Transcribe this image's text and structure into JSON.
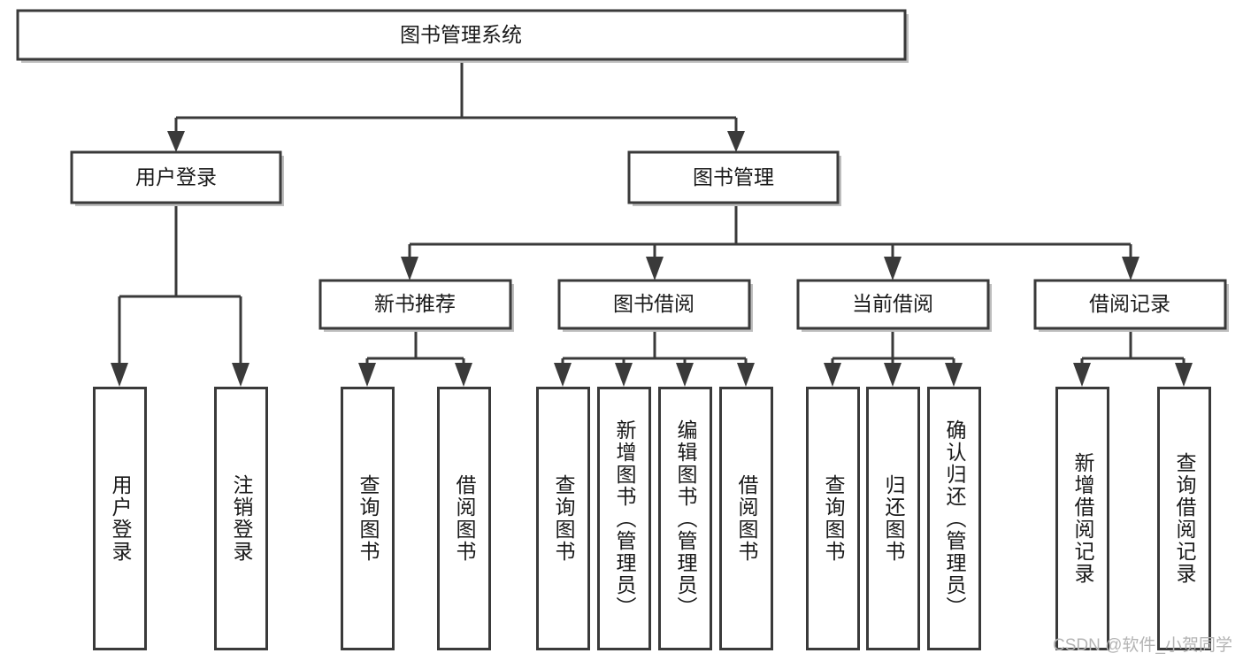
{
  "diagram": {
    "title": "图书管理系统",
    "type": "tree-hierarchy",
    "watermark": "CSDN @软件_小贺同学",
    "colors": {
      "stroke": "#3a3a3a",
      "fill": "#ffffff",
      "text": "#1a1a1a",
      "shadow": "#bdbdbd",
      "watermark": "#b4b4b4"
    },
    "root": {
      "label": "图书管理系统"
    },
    "level2": [
      {
        "label": "用户登录"
      },
      {
        "label": "图书管理"
      }
    ],
    "level3": [
      {
        "label": "新书推荐"
      },
      {
        "label": "图书借阅"
      },
      {
        "label": "当前借阅"
      },
      {
        "label": "借阅记录"
      }
    ],
    "leaves": {
      "user_login": [
        {
          "label": "用户登录"
        },
        {
          "label": "注销登录"
        }
      ],
      "new_book_recommend": [
        {
          "label": "查询图书"
        },
        {
          "label": "借阅图书"
        }
      ],
      "book_borrow": [
        {
          "label": "查询图书"
        },
        {
          "label": "新增图书（管理员）"
        },
        {
          "label": "编辑图书（管理员）"
        },
        {
          "label": "借阅图书"
        }
      ],
      "current_borrow": [
        {
          "label": "查询图书"
        },
        {
          "label": "归还图书"
        },
        {
          "label": "确认归还（管理员）"
        }
      ],
      "borrow_record": [
        {
          "label": "新增借阅记录"
        },
        {
          "label": "查询借阅记录"
        }
      ]
    }
  }
}
